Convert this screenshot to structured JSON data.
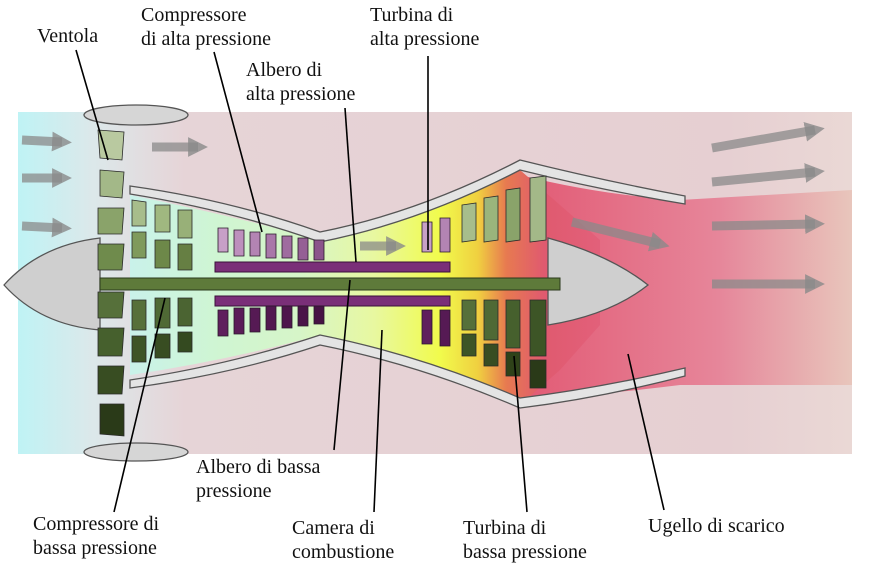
{
  "diagram": {
    "labels": {
      "fan": "Ventola",
      "hp_compressor": [
        "Compressore",
        "di alta pressione"
      ],
      "hp_shaft": [
        "Albero di",
        "alta pressione"
      ],
      "hp_turbine": [
        "Turbina di",
        "alta pressione"
      ],
      "lp_shaft": [
        "Albero di bassa",
        "pressione"
      ],
      "lp_compressor": [
        "Compressore di",
        "bassa pressione"
      ],
      "combustor": [
        "Camera di",
        "combustione"
      ],
      "lp_turbine": [
        "Turbina di",
        "bassa pressione"
      ],
      "nozzle": "Ugello di scarico"
    },
    "colors": {
      "bypass_flow": "#e5cdcf",
      "intake_flow": "#bff2f4",
      "exhaust_flow": "#e2607a",
      "casing": "#d8d8d8",
      "lp_blade": "#5e7a3a",
      "hp_blade": "#7a2f78",
      "arrow": "#8a8a8a"
    }
  }
}
